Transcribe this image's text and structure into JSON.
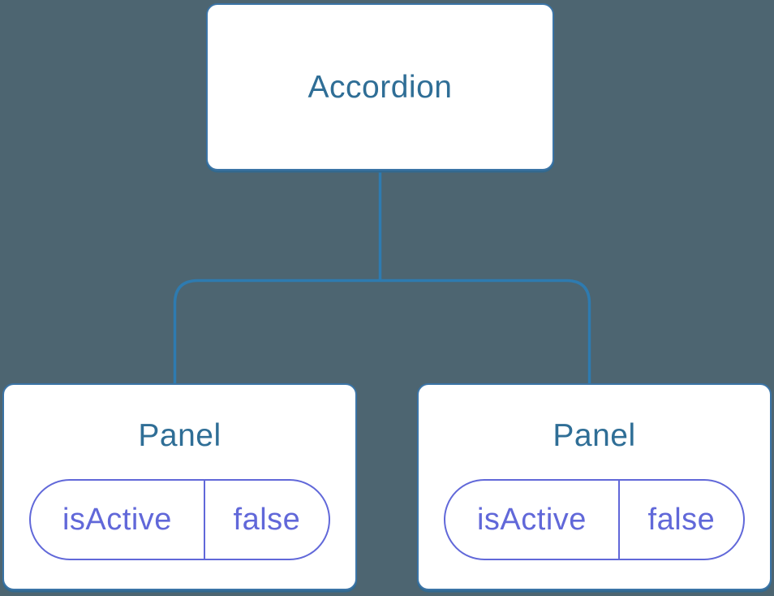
{
  "diagram": {
    "type": "component-tree",
    "colors": {
      "background": "#4d6571",
      "node_fill": "#ffffff",
      "node_border": "#3b74a6",
      "connector": "#2e7bb0",
      "title_text": "#2f6e96",
      "state_text": "#6168d9",
      "state_border": "#6168d9"
    },
    "root": {
      "label": "Accordion"
    },
    "children": [
      {
        "label": "Panel",
        "state": {
          "key": "isActive",
          "value": "false"
        }
      },
      {
        "label": "Panel",
        "state": {
          "key": "isActive",
          "value": "false"
        }
      }
    ]
  }
}
